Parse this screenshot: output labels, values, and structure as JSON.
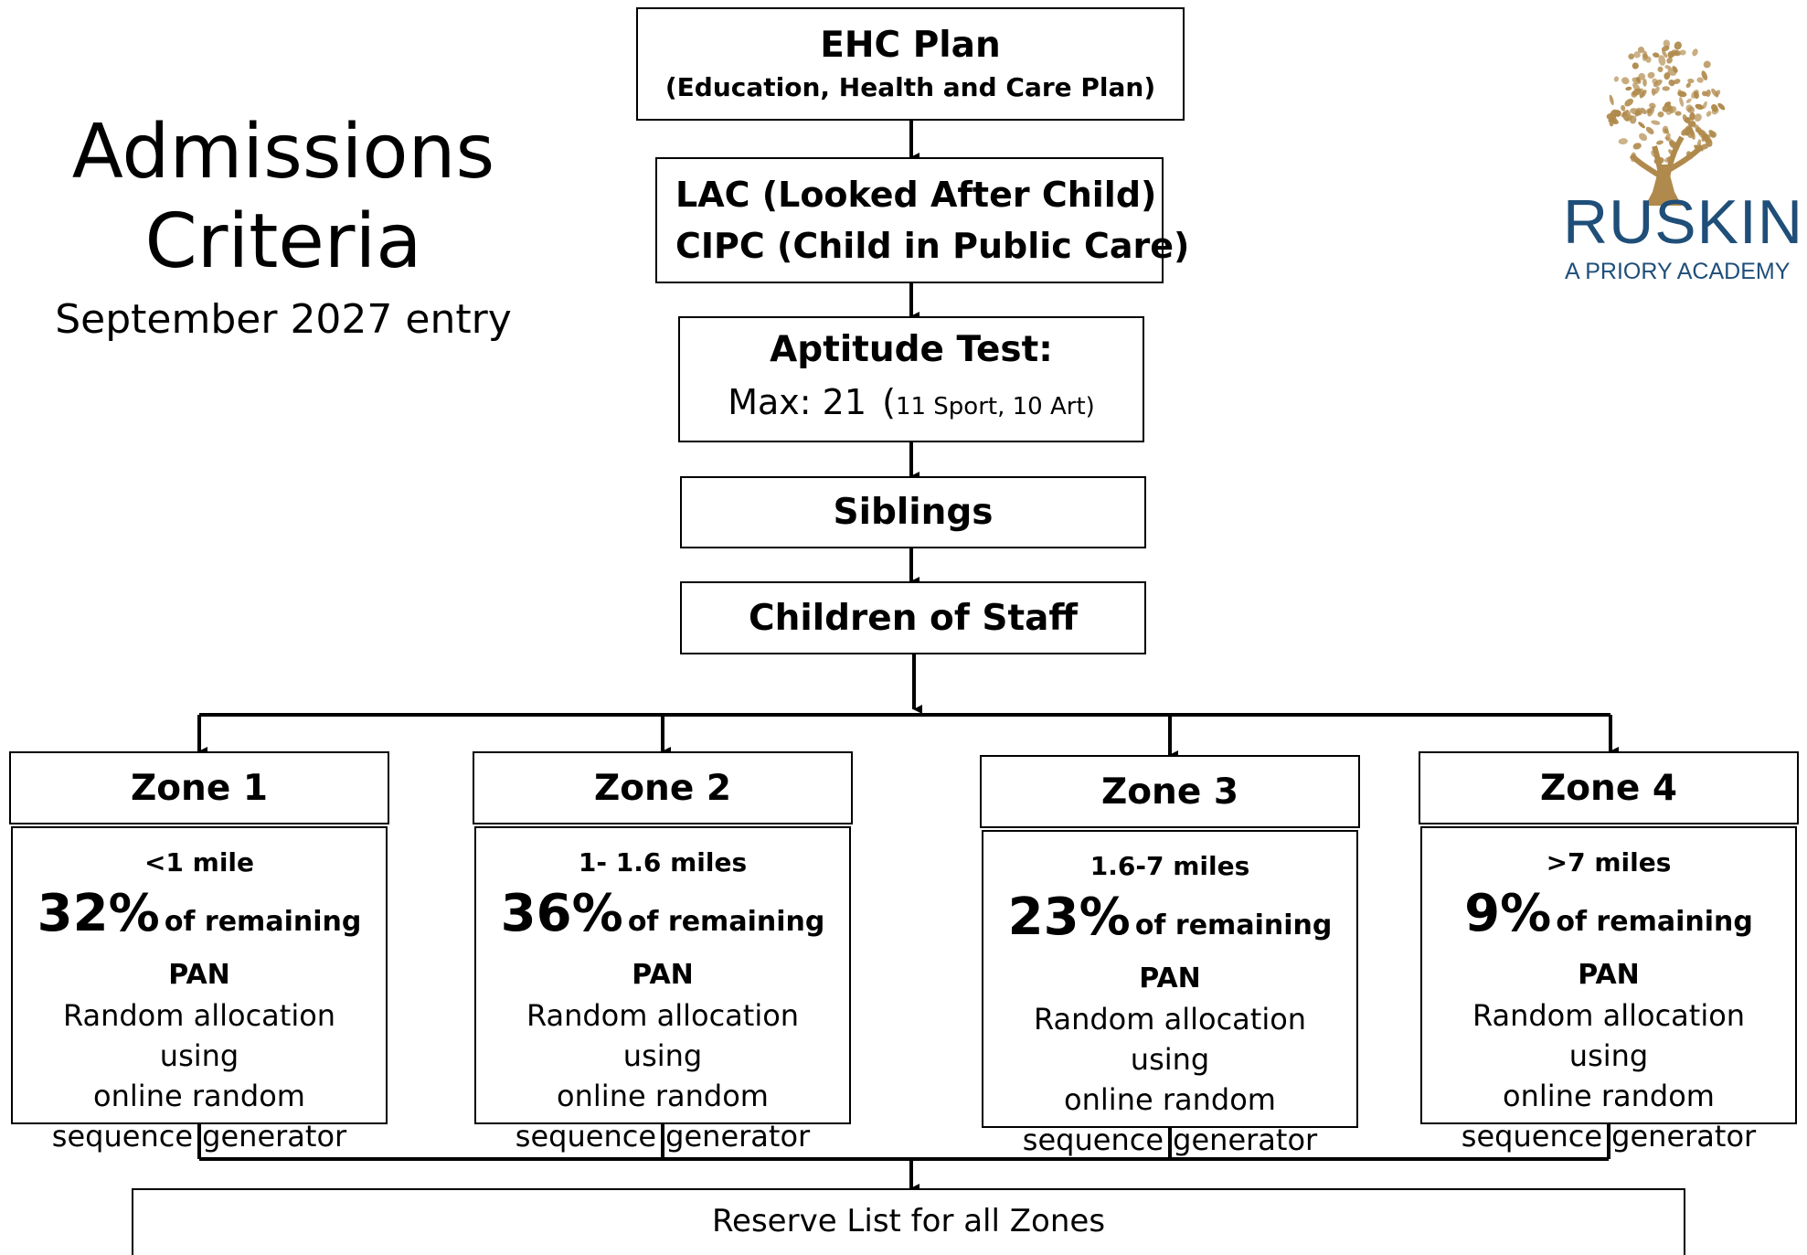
{
  "title": {
    "line1": "Admissions",
    "line2": "Criteria",
    "subtitle": "September 2027 entry"
  },
  "logo": {
    "icon": "tree-icon",
    "name": "RUSKIN",
    "tagline": "A PRIORY ACADEMY",
    "color": "#B08A4C",
    "text_color": "#1F4E79"
  },
  "flow": {
    "ehc": {
      "title": "EHC Plan",
      "subtitle": "(Education, Health and Care Plan)"
    },
    "lac": {
      "line1": "LAC (Looked After Child)",
      "line2": "CIPC (Child in Public Care)"
    },
    "aptitude": {
      "title": "Aptitude Test:",
      "max": "Max: 21",
      "detail_open": "(",
      "detail": "11 Sport, 10 Art)"
    },
    "siblings": {
      "label": "Siblings"
    },
    "staff": {
      "label": "Children of Staff"
    }
  },
  "zones": [
    {
      "name": "Zone 1",
      "distance": "<1 mile",
      "percent": "32%",
      "suffix": "of remaining",
      "pan": "PAN",
      "method": [
        "Random allocation using",
        "online random",
        "sequence generator"
      ]
    },
    {
      "name": "Zone 2",
      "distance": "1- 1.6 miles",
      "percent": "36%",
      "suffix": "of remaining",
      "pan": "PAN",
      "method": [
        "Random allocation using",
        "online random",
        "sequence generator"
      ]
    },
    {
      "name": "Zone 3",
      "distance": "1.6-7 miles",
      "percent": "23%",
      "suffix": "of remaining",
      "pan": "PAN",
      "method": [
        "Random allocation using",
        "online random",
        "sequence generator"
      ]
    },
    {
      "name": "Zone 4",
      "distance": ">7 miles",
      "percent": "9%",
      "suffix": "of remaining",
      "pan": "PAN",
      "method": [
        "Random allocation using",
        "online random",
        "sequence generator"
      ]
    }
  ],
  "reserve": {
    "label": "Reserve List for all Zones"
  }
}
